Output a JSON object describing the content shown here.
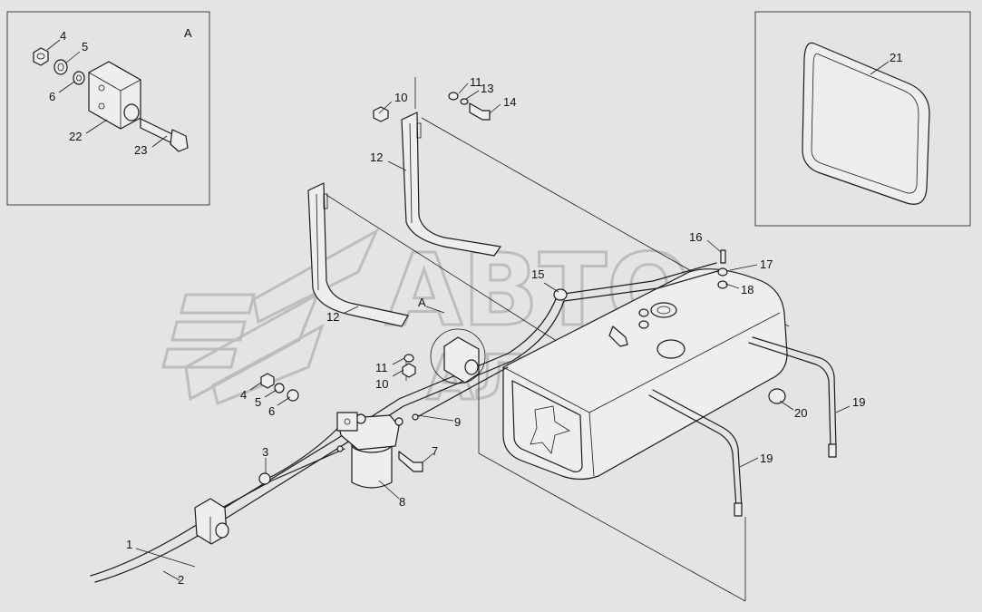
{
  "detail_a": {
    "title": "A",
    "callouts": [
      "4",
      "5",
      "6",
      "22",
      "23"
    ]
  },
  "detail_seal": {
    "callouts": [
      "21"
    ]
  },
  "main_callouts": {
    "c1": "1",
    "c2": "2",
    "c3": "3",
    "c4": "4",
    "c5": "5",
    "c6": "6",
    "c7": "7",
    "c8": "8",
    "c9": "9",
    "c10a": "10",
    "c10b": "10",
    "c11a": "11",
    "c11b": "11",
    "c12a": "12",
    "c12b": "12",
    "c13": "13",
    "c14": "14",
    "c15": "15",
    "c16": "16",
    "c17": "17",
    "c18": "18",
    "c19a": "19",
    "c19b": "19",
    "c20": "20",
    "view_a": "A"
  },
  "watermark": {
    "line1": "АВТО",
    "line2": "АЛЬЯНС"
  },
  "colors": {
    "background": "#e4e4e4",
    "line": "#1a1a1a",
    "watermark": "#bdbdbd"
  }
}
